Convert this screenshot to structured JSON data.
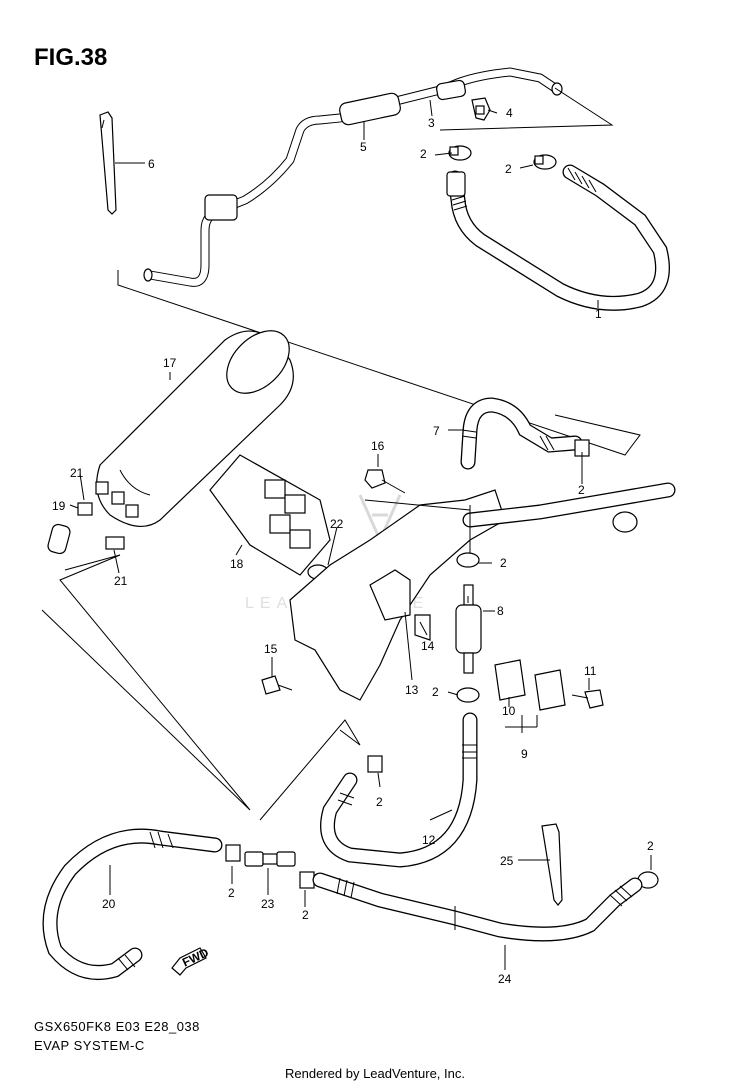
{
  "figure": {
    "title": "FIG.38",
    "model_code": "GSX650FK8 E03 E28_038",
    "system_name": "EVAP SYSTEM-C",
    "footer": "Rendered by LeadVenture, Inc.",
    "watermark": "LEADVENTURE"
  },
  "callouts": [
    {
      "id": "c1",
      "text": "1"
    },
    {
      "id": "c2a",
      "text": "2"
    },
    {
      "id": "c2b",
      "text": "2"
    },
    {
      "id": "c2c",
      "text": "2"
    },
    {
      "id": "c2d",
      "text": "2"
    },
    {
      "id": "c2e",
      "text": "2"
    },
    {
      "id": "c2f",
      "text": "2"
    },
    {
      "id": "c2g",
      "text": "2"
    },
    {
      "id": "c2h",
      "text": "2"
    },
    {
      "id": "c2i",
      "text": "2"
    },
    {
      "id": "c3",
      "text": "3"
    },
    {
      "id": "c4",
      "text": "4"
    },
    {
      "id": "c5",
      "text": "5"
    },
    {
      "id": "c6",
      "text": "6"
    },
    {
      "id": "c7",
      "text": "7"
    },
    {
      "id": "c8",
      "text": "8"
    },
    {
      "id": "c9",
      "text": "9"
    },
    {
      "id": "c10",
      "text": "10"
    },
    {
      "id": "c11",
      "text": "11"
    },
    {
      "id": "c12",
      "text": "12"
    },
    {
      "id": "c13",
      "text": "13"
    },
    {
      "id": "c14",
      "text": "14"
    },
    {
      "id": "c15",
      "text": "15"
    },
    {
      "id": "c16",
      "text": "16"
    },
    {
      "id": "c17",
      "text": "17"
    },
    {
      "id": "c18",
      "text": "18"
    },
    {
      "id": "c19",
      "text": "19"
    },
    {
      "id": "c20",
      "text": "20"
    },
    {
      "id": "c21a",
      "text": "21"
    },
    {
      "id": "c21b",
      "text": "21"
    },
    {
      "id": "c22",
      "text": "22"
    },
    {
      "id": "c23",
      "text": "23"
    },
    {
      "id": "c24",
      "text": "24"
    },
    {
      "id": "c25",
      "text": "25"
    }
  ],
  "fwd_label": "FWD"
}
